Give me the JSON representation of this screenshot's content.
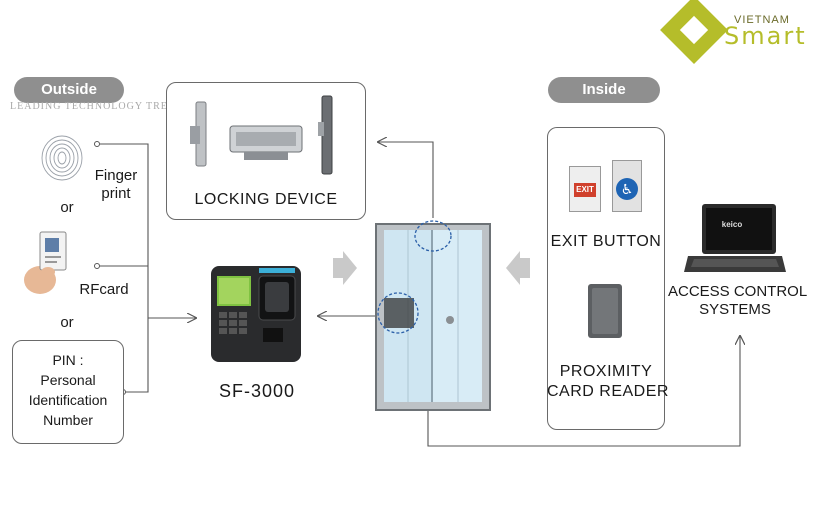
{
  "logo": {
    "top": "VIETNAM",
    "bottom": "Smart"
  },
  "watermark": "LEADING TECHNOLOGY TRENDS",
  "outside": {
    "pill": "Outside",
    "finger": "Finger\nprint",
    "or1": "or",
    "rfcard": "RFcard",
    "or2": "or",
    "pin": "PIN :\nPersonal\nIdentification\nNumber"
  },
  "locking_device": "LOCKING DEVICE",
  "terminal": "SF-3000",
  "inside": {
    "pill": "Inside",
    "exit_button": "EXIT BUTTON",
    "exit_sign": "EXIT",
    "proximity": "PROXIMITY\nCARD READER"
  },
  "access_control": "ACCESS CONTROL\nSYSTEMS",
  "laptop_screen": "keico",
  "colors": {
    "pill": "#8f8f8f",
    "logo": "#b5bd2a",
    "door_glass": "#cfe6f2",
    "exit_red": "#d0402c",
    "access_blue": "#1e64b4"
  }
}
